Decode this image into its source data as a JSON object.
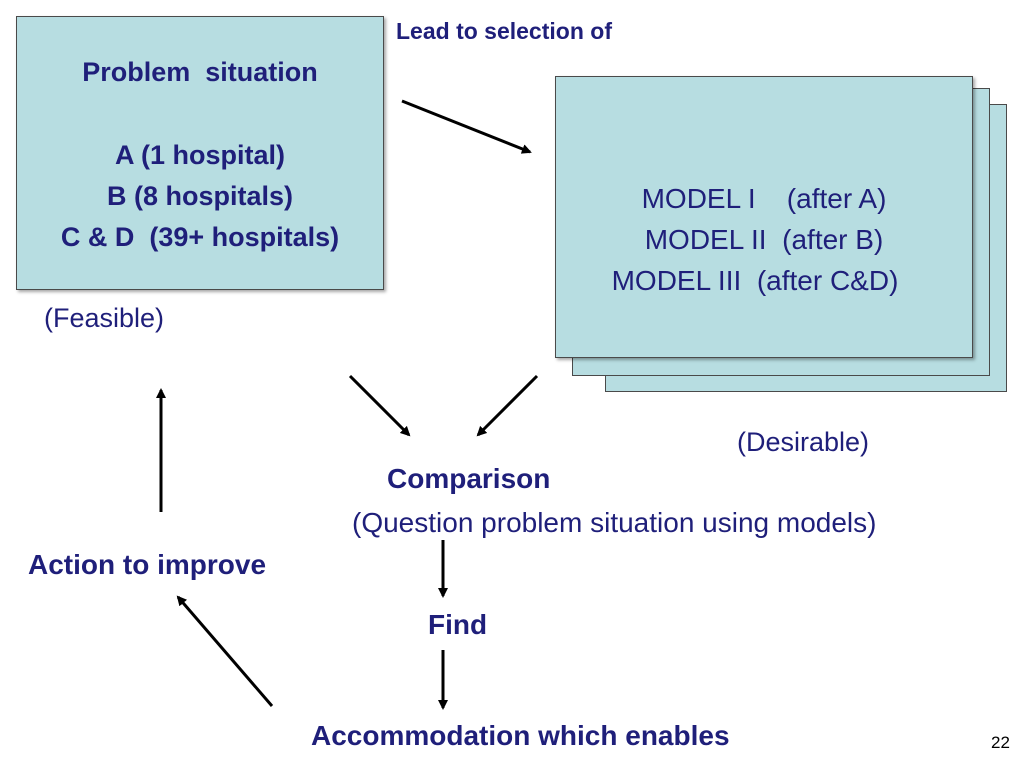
{
  "problem_box": {
    "title": "Problem  situation",
    "line_a": "A (1 hospital)",
    "line_b": "B (8 hospitals)",
    "line_cd": "C & D  (39+ hospitals)"
  },
  "models_box": {
    "line_1": "MODEL I    (after A)",
    "line_2": "MODEL II  (after B)",
    "line_3": "MODEL III  (after C&D)"
  },
  "labels": {
    "lead_to": "Lead to selection of",
    "feasible": "(Feasible)",
    "desirable": "(Desirable)",
    "comparison": "Comparison",
    "question": "(Question problem situation using models)",
    "action": "Action to improve",
    "find": "Find",
    "accommodation": "Accommodation which enables",
    "page_number": "22"
  },
  "colors": {
    "box_fill": "#b7dde1",
    "text": "#1f1f7a",
    "arrow": "#000000"
  }
}
